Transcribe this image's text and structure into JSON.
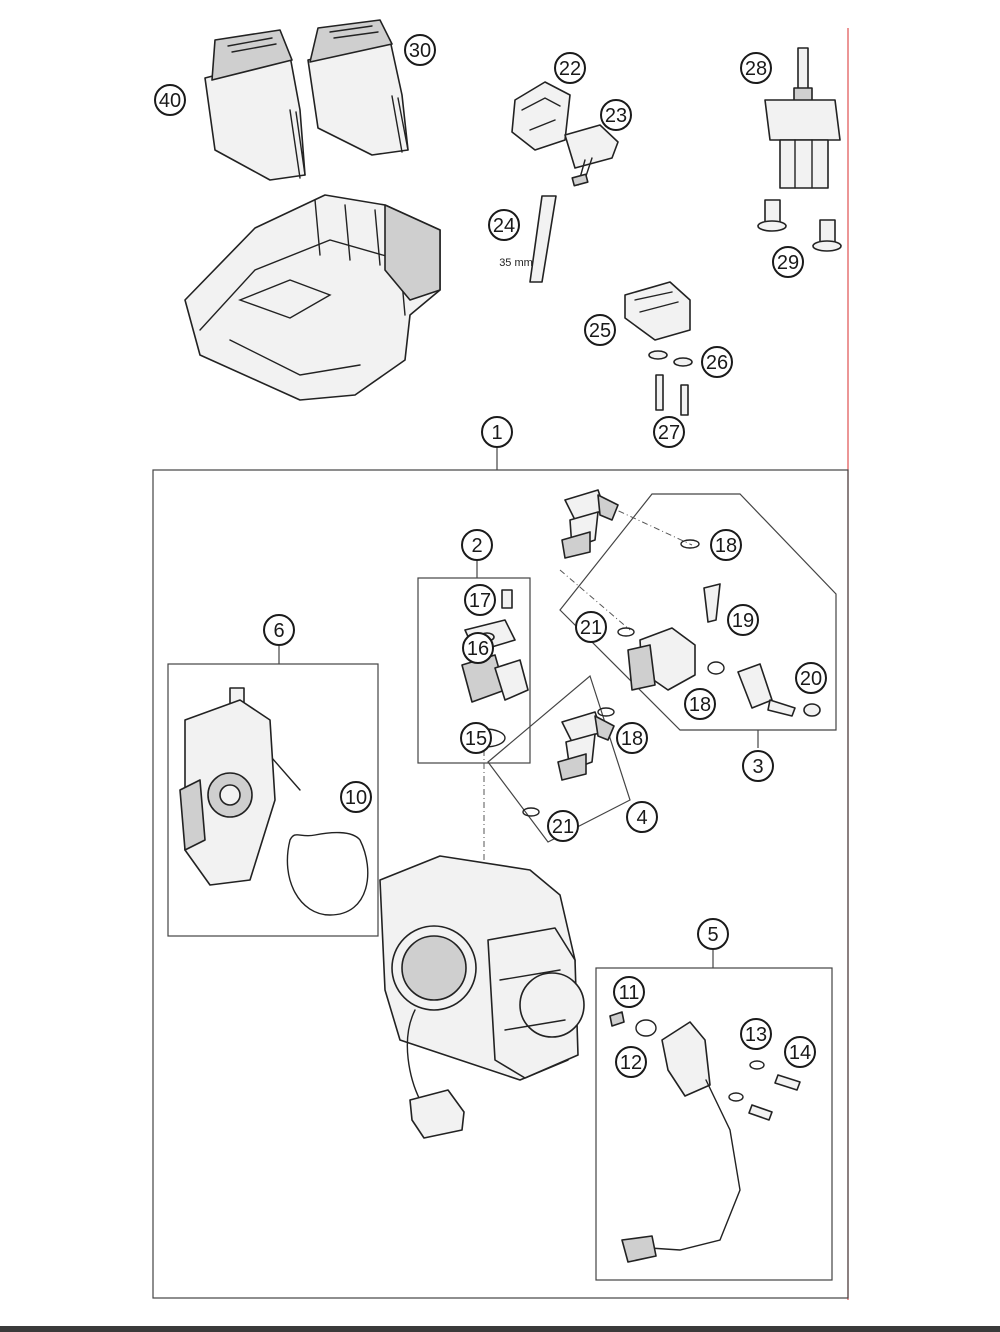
{
  "diagram": {
    "callouts": [
      {
        "id": "c40",
        "label": "40"
      },
      {
        "id": "c30",
        "label": "30"
      },
      {
        "id": "c22",
        "label": "22"
      },
      {
        "id": "c23",
        "label": "23"
      },
      {
        "id": "c24",
        "label": "24"
      },
      {
        "id": "c28",
        "label": "28"
      },
      {
        "id": "c29",
        "label": "29"
      },
      {
        "id": "c25",
        "label": "25"
      },
      {
        "id": "c26",
        "label": "26"
      },
      {
        "id": "c27",
        "label": "27"
      },
      {
        "id": "c1",
        "label": "1"
      },
      {
        "id": "c2",
        "label": "2"
      },
      {
        "id": "c17",
        "label": "17"
      },
      {
        "id": "c16",
        "label": "16"
      },
      {
        "id": "c15",
        "label": "15"
      },
      {
        "id": "c6",
        "label": "6"
      },
      {
        "id": "c10",
        "label": "10"
      },
      {
        "id": "c18a",
        "label": "18"
      },
      {
        "id": "c19",
        "label": "19"
      },
      {
        "id": "c21a",
        "label": "21"
      },
      {
        "id": "c18b",
        "label": "18"
      },
      {
        "id": "c20",
        "label": "20"
      },
      {
        "id": "c3",
        "label": "3"
      },
      {
        "id": "c18c",
        "label": "18"
      },
      {
        "id": "c21b",
        "label": "21"
      },
      {
        "id": "c4",
        "label": "4"
      },
      {
        "id": "c5",
        "label": "5"
      },
      {
        "id": "c11",
        "label": "11"
      },
      {
        "id": "c12",
        "label": "12"
      },
      {
        "id": "c13",
        "label": "13"
      },
      {
        "id": "c14",
        "label": "14"
      }
    ],
    "hose_length_note": "35 mm",
    "colors": {
      "ink": "#1a1a1a",
      "margin_rule": "#e05050",
      "bottom_bar": "#3a3a3a"
    }
  }
}
